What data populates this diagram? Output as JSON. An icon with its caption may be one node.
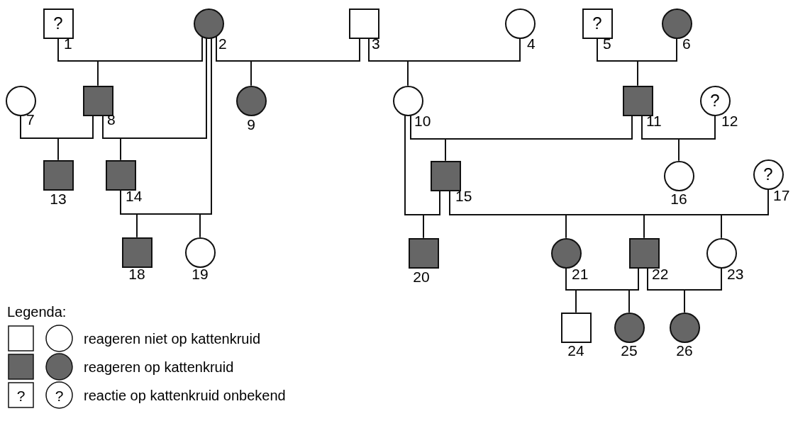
{
  "diagram": {
    "nodes": [
      {
        "text": [
          "?"
        ],
        "beside": [
          "1"
        ]
      },
      {
        "text": [],
        "shape": "circle",
        "beside": [
          "2"
        ]
      },
      {
        "text": [],
        "shape": "box",
        "beside": [
          "3"
        ]
      },
      {
        "text": [],
        "shape": "circle",
        "beside": [
          "4"
        ]
      },
      {
        "text": [
          "?"
        ],
        "beside": [
          "5"
        ]
      },
      {
        "text": [],
        "shape": "circle",
        "beside": [
          "6"
        ]
      },
      {
        "text": [],
        "shape": "circle",
        "beside": [
          "7"
        ]
      },
      {
        "text": [],
        "shape": "box",
        "beside": [
          "8"
        ]
      },
      {
        "text": [],
        "shape": "circle",
        "beside": [
          "9"
        ]
      },
      {
        "text": [],
        "shape": "circle",
        "beside": [
          "10"
        ]
      },
      {
        "text": [],
        "shape": "box",
        "beside": [
          "11"
        ]
      },
      {
        "text": [
          "?"
        ],
        "beside": [
          "12"
        ]
      },
      {
        "text": [],
        "shape": "box",
        "beside": [
          "13"
        ]
      },
      {
        "text": [],
        "shape": "box",
        "beside": [
          "14"
        ]
      },
      {
        "text": [],
        "shape": "box",
        "beside": [
          "15"
        ]
      },
      {
        "text": [],
        "shape": "circle",
        "beside": [
          "16"
        ]
      },
      {
        "text": [
          "?"
        ],
        "beside": [
          "17"
        ]
      },
      {
        "text": [],
        "shape": "box",
        "beside": [
          "18"
        ]
      },
      {
        "text": [],
        "shape": "circle",
        "beside": [
          "19"
        ]
      },
      {
        "text": [],
        "shape": "box",
        "beside": [
          "20"
        ]
      },
      {
        "text": [],
        "shape": "circle",
        "beside": [
          "21"
        ]
      },
      {
        "text": [],
        "shape": "box",
        "beside": [
          "22"
        ]
      },
      {
        "text": [],
        "shape": "circle",
        "beside": [
          "23"
        ]
      },
      {
        "text": [],
        "shape": "box",
        "beside": [
          "24"
        ]
      },
      {
        "text": [],
        "shape": "circle",
        "beside": [
          "25"
        ]
      },
      {
        "text": [],
        "shape": "circle",
        "beside": [
          "26"
        ]
      }
    ],
    "edges": [
      {
        "from": 0,
        "to": 1,
        "arrow": "none"
      },
      {
        "from": 0,
        "to": 7,
        "arrow": "none"
      },
      {
        "from": 1,
        "to": 7,
        "arrow": "none"
      },
      {
        "from": 1,
        "to": 2,
        "arrow": "none"
      },
      {
        "from": 1,
        "to": 8,
        "arrow": "none"
      },
      {
        "from": 2,
        "to": 8,
        "arrow": "none"
      },
      {
        "from": 2,
        "to": 3,
        "arrow": "none"
      },
      {
        "from": 2,
        "to": 9,
        "arrow": "none"
      },
      {
        "from": 3,
        "to": 9,
        "arrow": "none"
      },
      {
        "from": 4,
        "to": 5,
        "arrow": "none"
      },
      {
        "from": 4,
        "to": 10,
        "arrow": "none"
      },
      {
        "from": 5,
        "to": 10,
        "arrow": "none"
      },
      {
        "from": 6,
        "to": 7,
        "arrow": "none"
      },
      {
        "from": 6,
        "to": 12,
        "arrow": "none"
      },
      {
        "from": 7,
        "to": 12,
        "arrow": "none"
      },
      {
        "from": 7,
        "to": 1,
        "arrow": "none"
      },
      {
        "from": 7,
        "to": 13,
        "arrow": "none"
      },
      {
        "from": 1,
        "to": 13,
        "arrow": "none"
      },
      {
        "from": 13,
        "to": 1,
        "arrow": "none"
      },
      {
        "from": 13,
        "to": 17,
        "arrow": "none"
      },
      {
        "from": 1,
        "to": 17,
        "arrow": "none"
      },
      {
        "from": 13,
        "to": 18,
        "arrow": "none"
      },
      {
        "from": 1,
        "to": 18,
        "arrow": "none"
      },
      {
        "from": 9,
        "to": 10,
        "arrow": "none"
      },
      {
        "from": 9,
        "to": 14,
        "arrow": "none"
      },
      {
        "from": 10,
        "to": 14,
        "arrow": "none"
      },
      {
        "from": 10,
        "to": 11,
        "arrow": "none"
      },
      {
        "from": 10,
        "to": 15,
        "arrow": "none"
      },
      {
        "from": 11,
        "to": 15,
        "arrow": "none"
      },
      {
        "from": 14,
        "to": 9,
        "arrow": "none"
      },
      {
        "from": 9,
        "to": 19,
        "arrow": "none"
      },
      {
        "from": 14,
        "to": 19,
        "arrow": "none"
      },
      {
        "from": 14,
        "to": 16,
        "arrow": "none"
      },
      {
        "from": 14,
        "to": 20,
        "arrow": "none"
      },
      {
        "from": 16,
        "to": 20,
        "arrow": "none"
      },
      {
        "from": 14,
        "to": 21,
        "arrow": "none"
      },
      {
        "from": 16,
        "to": 21,
        "arrow": "none"
      },
      {
        "from": 14,
        "to": 22,
        "arrow": "none"
      },
      {
        "from": 16,
        "to": 22,
        "arrow": "none"
      },
      {
        "from": 20,
        "to": 21,
        "arrow": "none"
      },
      {
        "from": 20,
        "to": 23,
        "arrow": "none"
      },
      {
        "from": 21,
        "to": 23,
        "arrow": "none"
      },
      {
        "from": 20,
        "to": 24,
        "arrow": "none"
      },
      {
        "from": 21,
        "to": 24,
        "arrow": "none"
      },
      {
        "from": 21,
        "to": 22,
        "arrow": "none"
      },
      {
        "from": 21,
        "to": 25,
        "arrow": "none"
      },
      {
        "from": 22,
        "to": 25,
        "arrow": "none"
      }
    ],
    "labels": [
      "Legenda:",
      "?",
      "?"
    ],
    "legend": [
      {
        "text": "reageren niet op kattenkruid"
      },
      {
        "text": "reageren op kattenkruid"
      },
      {
        "text": "reactie op kattenkruid onbekend"
      }
    ]
  }
}
